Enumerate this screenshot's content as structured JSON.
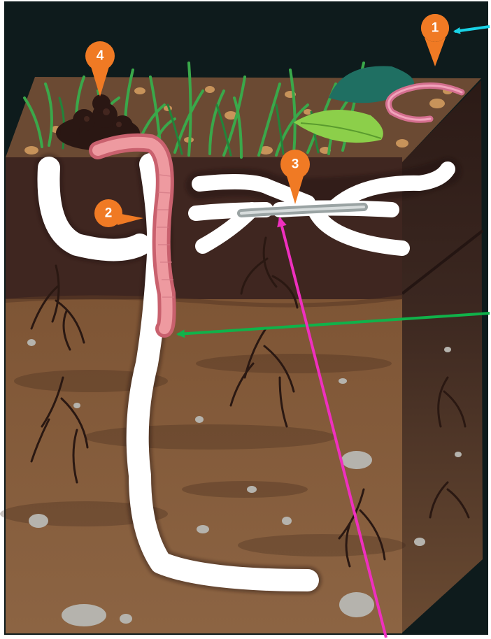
{
  "diagram": {
    "markers": [
      {
        "id": "marker-1",
        "label": "1"
      },
      {
        "id": "marker-2",
        "label": "2"
      },
      {
        "id": "marker-3",
        "label": "3"
      },
      {
        "id": "marker-4",
        "label": "4"
      }
    ],
    "arrows": [
      {
        "name": "cyan-arrow",
        "color": "#19d3e6"
      },
      {
        "name": "green-arrow",
        "color": "#10b24a"
      },
      {
        "name": "magenta-arrow",
        "color": "#ef2fbf"
      }
    ]
  },
  "colors": {
    "background": "#0e1b1c",
    "topsoil_top": "#6b4a33",
    "topsoil_layer": "#3f2620",
    "subsoil": "#8a6140",
    "right_face_dark": "#2c1b17",
    "right_face_light": "#6a4a31",
    "burrow": "#ffffff",
    "worm": "#e88d8f",
    "marker": "#f07a24",
    "grass": "#3aa84a"
  }
}
